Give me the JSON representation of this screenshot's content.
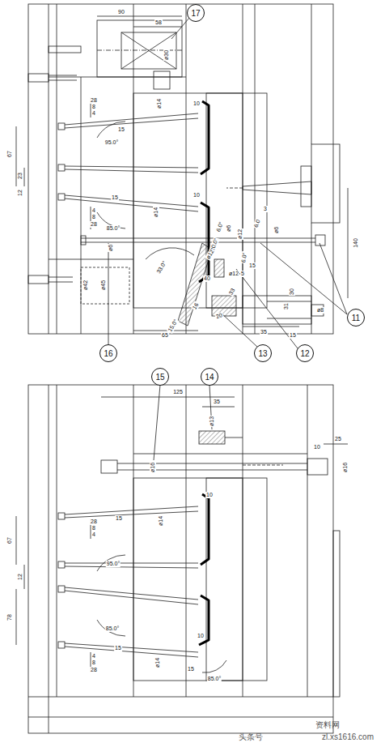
{
  "diagram": {
    "nodes": [
      {
        "text": [
          "17"
        ]
      },
      {
        "text": [
          "11"
        ]
      },
      {
        "text": [
          "12"
        ]
      },
      {
        "text": [
          "13"
        ]
      },
      {
        "text": [
          "16"
        ]
      },
      {
        "text": [
          "15"
        ]
      },
      {
        "text": [
          "14"
        ]
      }
    ],
    "labels": [
      "90",
      "58",
      "ø30",
      "28",
      "8",
      "4",
      "ø14",
      "10",
      "15",
      "95.0°",
      "67",
      "23",
      "12",
      "10",
      "3",
      "15",
      "4",
      "8",
      "28",
      "85.0°",
      "ø14",
      "6.0°",
      "ø6",
      "6.0",
      "ø6",
      "ø12",
      "20.0°",
      "ø12",
      "ø6",
      "6.0°",
      "15",
      "ø12",
      "33.0°",
      "140",
      "ø42",
      "ø45",
      "40",
      "33",
      "5",
      "30",
      "31",
      "ø8",
      "16",
      "20",
      "15.0°",
      "35",
      "15",
      "65",
      "125",
      "35",
      "ø13",
      "25",
      "10",
      "ø16",
      "ø16",
      "10",
      "28",
      "8",
      "4",
      "15",
      "ø14",
      "67",
      "95.0°",
      "12",
      "78",
      "85.0°",
      "10",
      "15",
      "4",
      "8",
      "28",
      "ø14",
      "15",
      "85.0°",
      "头条号",
      "资料网",
      "zl.xs1616.com"
    ]
  }
}
